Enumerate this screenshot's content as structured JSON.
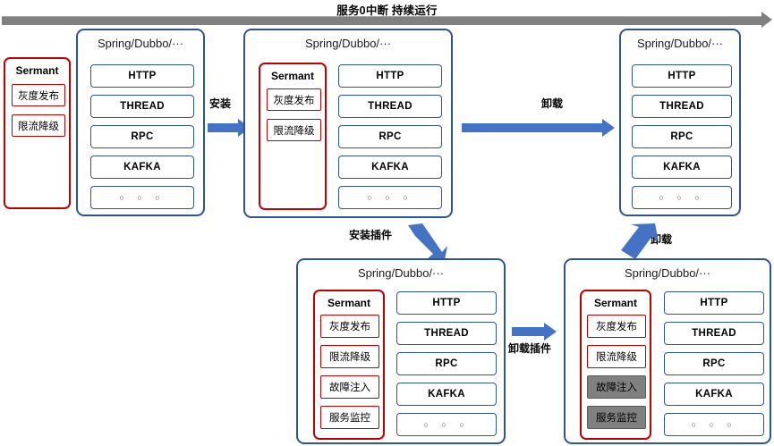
{
  "timeline": {
    "title": "服务0中断 持续运行",
    "arrow_color": "#808080"
  },
  "colors": {
    "framework_border": "#2E5496",
    "tech_border": "#2E5496",
    "sermant_border": "#C00000",
    "arrow_blue": "#4472C4",
    "disabled_fill": "#808080"
  },
  "labels": {
    "sermant_title": "Sermant",
    "framework_title": "Spring/Dubbo/···",
    "dots": "○ ○ ○"
  },
  "tech_stack": [
    "HTTP",
    "THREAD",
    "RPC",
    "KAFKA",
    "○ ○ ○"
  ],
  "stages": {
    "standalone_sermant": {
      "name": "standalone-sermant",
      "title": "Sermant",
      "plugins": [
        {
          "label": "灰度发布",
          "disabled": false
        },
        {
          "label": "限流降级",
          "disabled": false
        }
      ]
    },
    "framework_plain": {
      "name": "framework-plain",
      "title": "Spring/Dubbo/···",
      "has_sermant": false,
      "tech": [
        "HTTP",
        "THREAD",
        "RPC",
        "KAFKA",
        "○ ○ ○"
      ]
    },
    "framework_installed": {
      "name": "framework-with-sermant",
      "title": "Spring/Dubbo/···",
      "has_sermant": true,
      "sermant_title": "Sermant",
      "plugins": [
        {
          "label": "灰度发布",
          "disabled": false
        },
        {
          "label": "限流降级",
          "disabled": false
        }
      ],
      "tech": [
        "HTTP",
        "THREAD",
        "RPC",
        "KAFKA",
        "○ ○ ○"
      ]
    },
    "framework_uninstalled": {
      "name": "framework-after-uninstall",
      "title": "Spring/Dubbo/···",
      "has_sermant": false,
      "tech": [
        "HTTP",
        "THREAD",
        "RPC",
        "KAFKA",
        "○ ○ ○"
      ]
    },
    "framework_plugins_added": {
      "name": "framework-plugins-added",
      "title": "Spring/Dubbo/···",
      "sermant_title": "Sermant",
      "plugins": [
        {
          "label": "灰度发布",
          "disabled": false
        },
        {
          "label": "限流降级",
          "disabled": false
        },
        {
          "label": "故障注入",
          "disabled": false
        },
        {
          "label": "服务监控",
          "disabled": false
        }
      ],
      "tech": [
        "HTTP",
        "THREAD",
        "RPC",
        "KAFKA",
        "○ ○ ○"
      ]
    },
    "framework_plugins_removed": {
      "name": "framework-plugins-removed",
      "title": "Spring/Dubbo/···",
      "sermant_title": "Sermant",
      "plugins": [
        {
          "label": "灰度发布",
          "disabled": false
        },
        {
          "label": "限流降级",
          "disabled": false
        },
        {
          "label": "故障注入",
          "disabled": true
        },
        {
          "label": "服务监控",
          "disabled": true
        }
      ],
      "tech": [
        "HTTP",
        "THREAD",
        "RPC",
        "KAFKA",
        "○ ○ ○"
      ]
    }
  },
  "transitions": [
    {
      "name": "install",
      "label": "安装",
      "direction": "right"
    },
    {
      "name": "uninstall-top",
      "label": "卸载",
      "direction": "right"
    },
    {
      "name": "install-plugin",
      "label": "安装插件",
      "direction": "down-right"
    },
    {
      "name": "uninstall-plugin",
      "label": "卸载插件",
      "direction": "right"
    },
    {
      "name": "uninstall-bottom",
      "label": "卸载",
      "direction": "up-right"
    }
  ]
}
